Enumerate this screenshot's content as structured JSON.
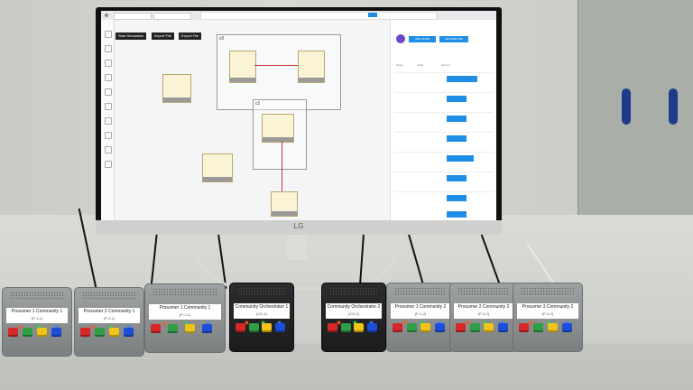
{
  "screen": {
    "toolbar": [
      "Start Simulation",
      "Import File",
      "Export File"
    ],
    "groups": [
      "c0",
      "c1"
    ],
    "panel": {
      "add_button": "ADD NODE",
      "second_button": "DECOMPOSE",
      "columns": [
        "Name",
        "Role",
        "Source"
      ]
    }
  },
  "brand_logo": "LG",
  "devices": [
    {
      "type": "grey",
      "line1": "Prosumer 1 Community 1",
      "line2": "(P-1-1)"
    },
    {
      "type": "grey",
      "line1": "Prosumer 2 Community 1",
      "line2": "(P-2-1)"
    },
    {
      "type": "grey",
      "line1": "Prosumer 1 Community 1",
      "line2": "(P-1-1)"
    },
    {
      "type": "black",
      "line1": "Community Orchestrator 1",
      "line2": "(CO-1)"
    },
    {
      "type": "black",
      "line1": "Community Orchestrator 2",
      "line2": "(CO-2)"
    },
    {
      "type": "grey",
      "line1": "Prosumer 1 Community 2",
      "line2": "(P-1-2)"
    },
    {
      "type": "grey",
      "line1": "Prosumer 2 Community 2",
      "line2": "(P-2-2)"
    },
    {
      "type": "grey",
      "line1": "Prosumer 3 Community 2",
      "line2": "(P-3-2)"
    }
  ],
  "button_colors": [
    "#d62828",
    "#2f9e44",
    "#f2c418",
    "#1d4ed8"
  ],
  "led_colors": [
    "#ff5a1f",
    "#2bd94a",
    "#3b82f6"
  ]
}
